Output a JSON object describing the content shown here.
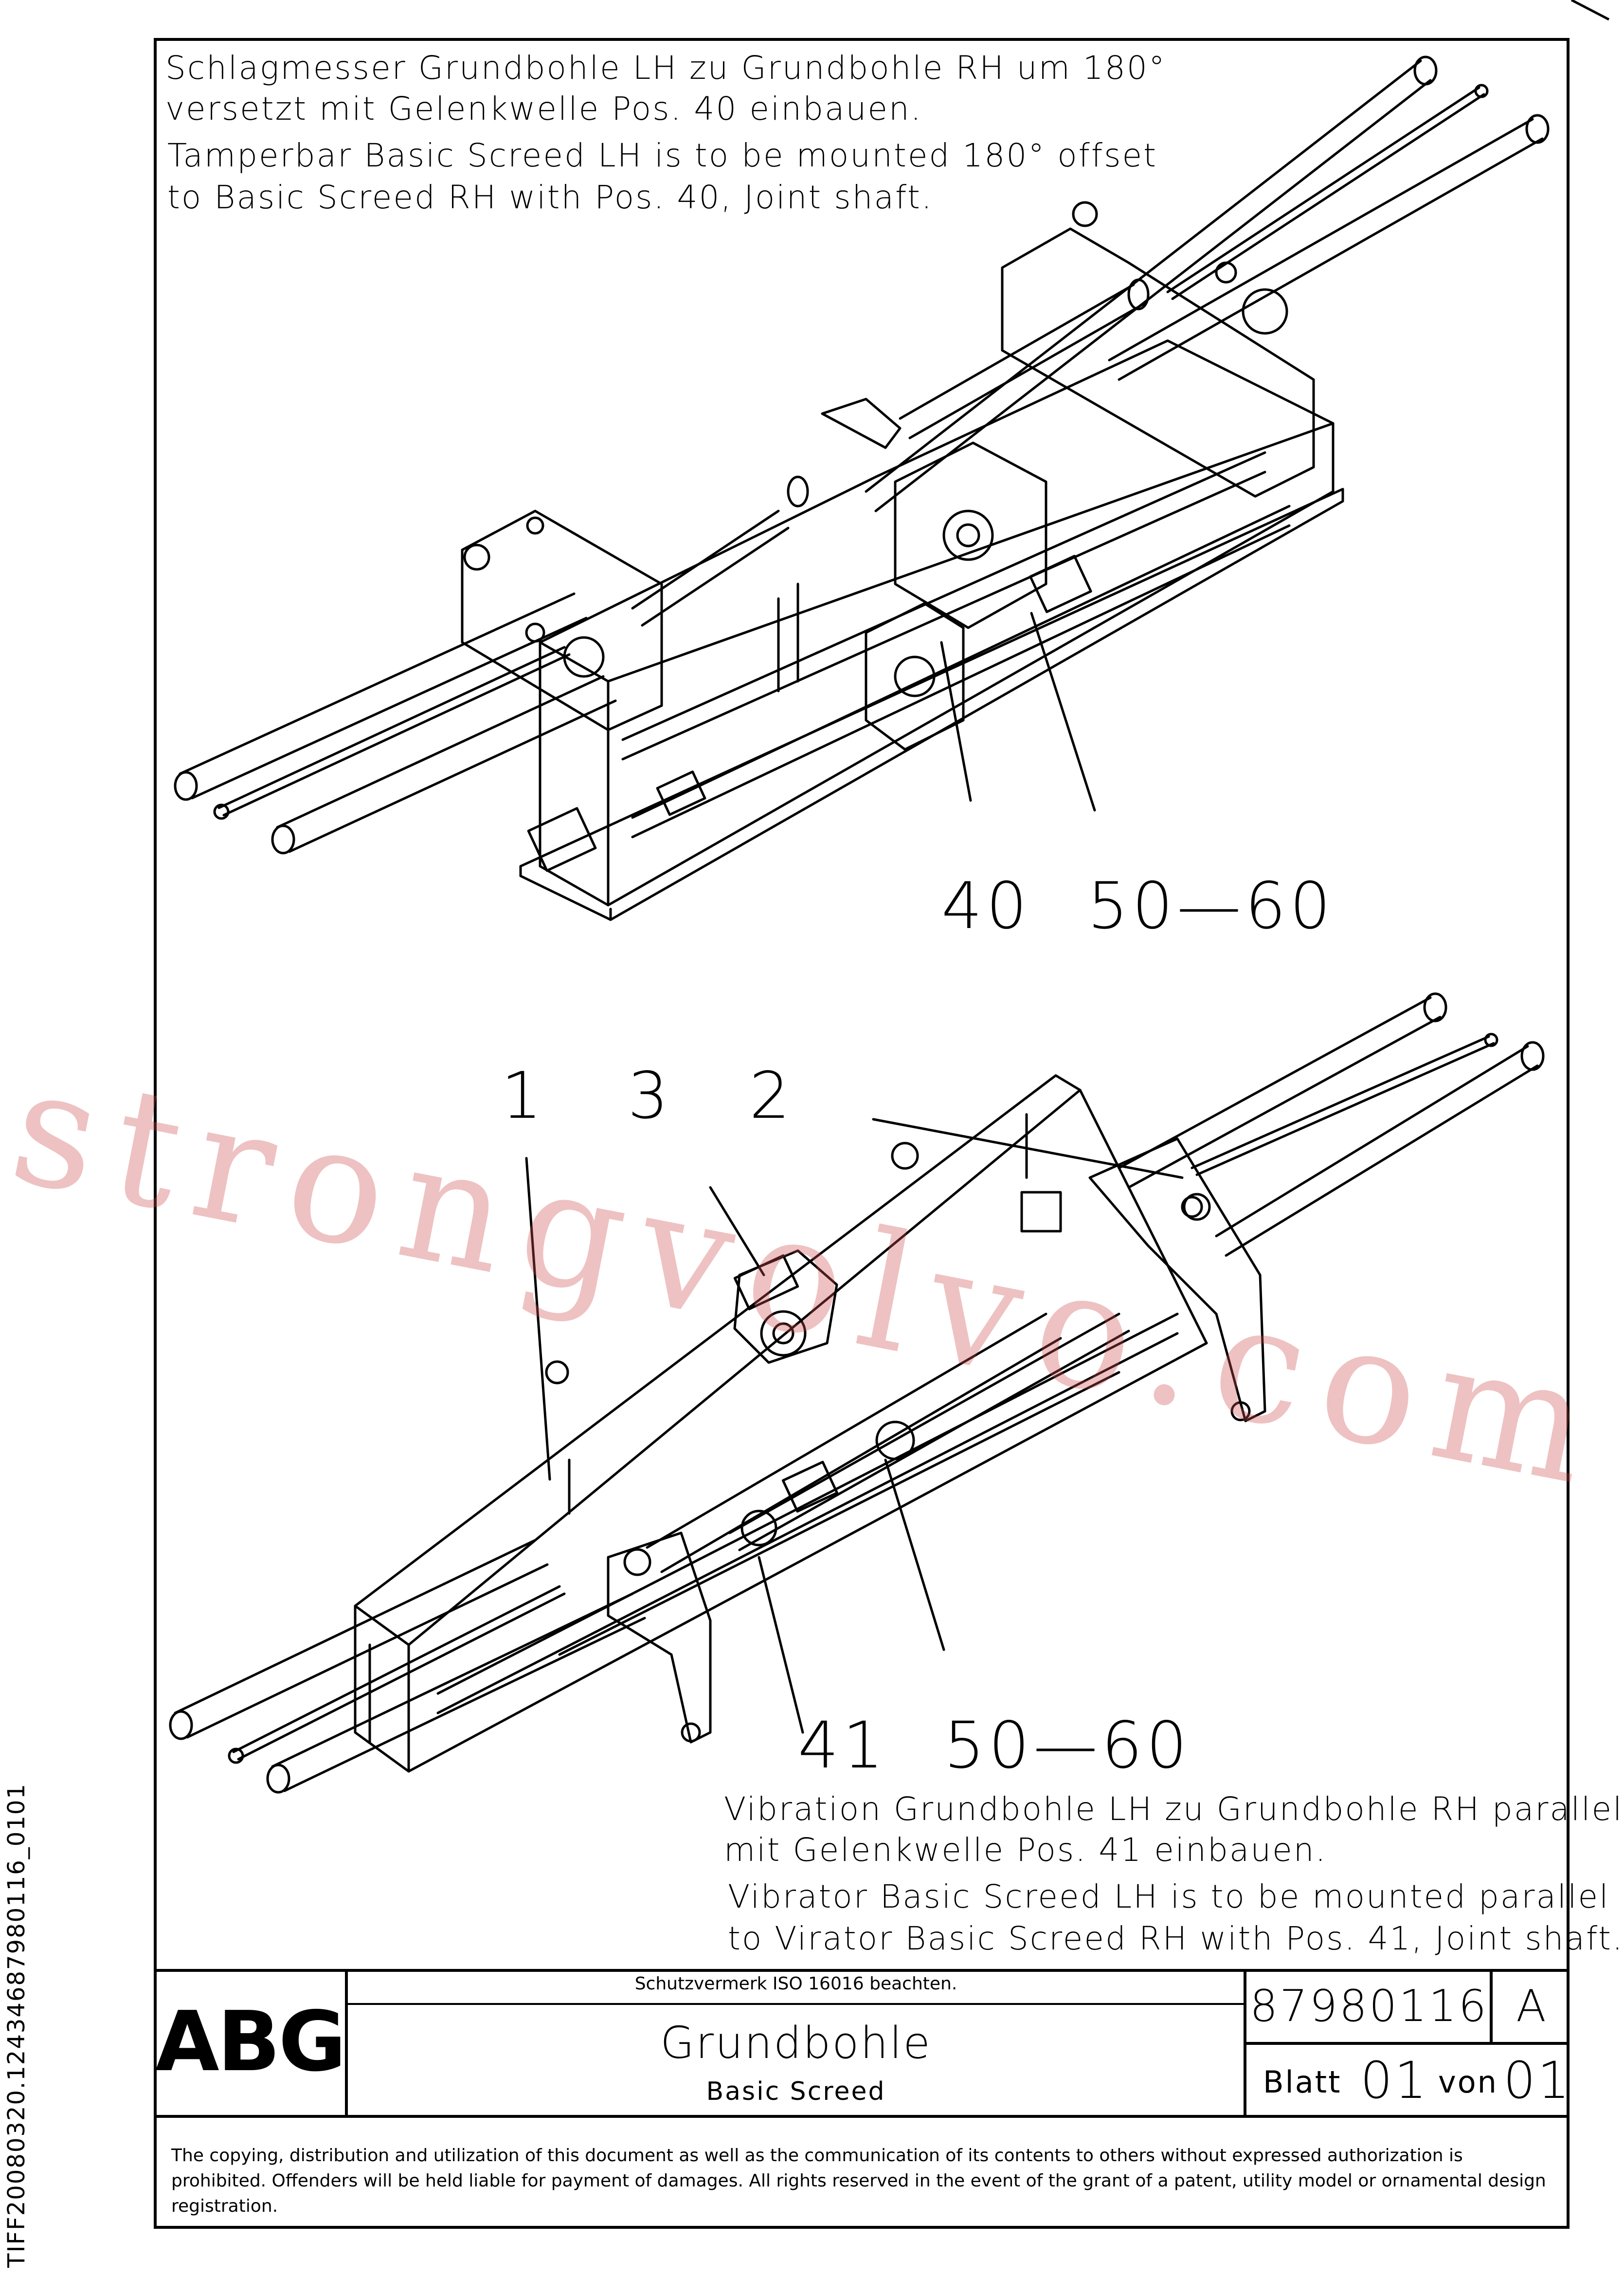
{
  "notes": {
    "top_de_line1": "Schlagmesser Grundbohle LH zu Grundbohle RH um 180°",
    "top_de_line2": "versetzt mit Gelenkwelle Pos. 40 einbauen.",
    "top_en_line1": "Tamperbar Basic Screed LH is to be mounted 180° offset",
    "top_en_line2": "to Basic Screed RH with Pos. 40, Joint shaft.",
    "bottom_de_line1": "Vibration Grundbohle LH zu Grundbohle RH parallel",
    "bottom_de_line2": "mit Gelenkwelle Pos. 41 einbauen.",
    "bottom_en_line1": "Vibrator Basic Screed LH is to be mounted parallel",
    "bottom_en_line2": "to Virator Basic Screed RH with Pos. 41, Joint shaft."
  },
  "callouts": {
    "top_a": "40",
    "top_b": "50—60",
    "bottom_1": "1",
    "bottom_3": "3",
    "bottom_2": "2",
    "bottom_a": "41",
    "bottom_b": "50—60"
  },
  "watermark": "strongvolvo.com",
  "side_text": "TIFF20080320.12434687980116_0101",
  "title_block": {
    "logo": "ABG",
    "protection_note": "Schutzvermerk ISO 16016 beachten.",
    "title_de": "Grundbohle",
    "title_en": "Basic Screed",
    "doc_number": "87980116",
    "revision": "A",
    "sheet_label": "Blatt",
    "sheet_number": "01",
    "of_label": "von",
    "sheet_total": "01",
    "copyright": "The copying, distribution and utilization of this document as well as the communication of its contents to others without expressed authorization is prohibited. Offenders will be held liable for payment of damages. All rights reserved in the event of the grant of a patent, utility model or ornamental design registration."
  },
  "colors": {
    "line": "#000000",
    "watermark": "#cd5050"
  }
}
